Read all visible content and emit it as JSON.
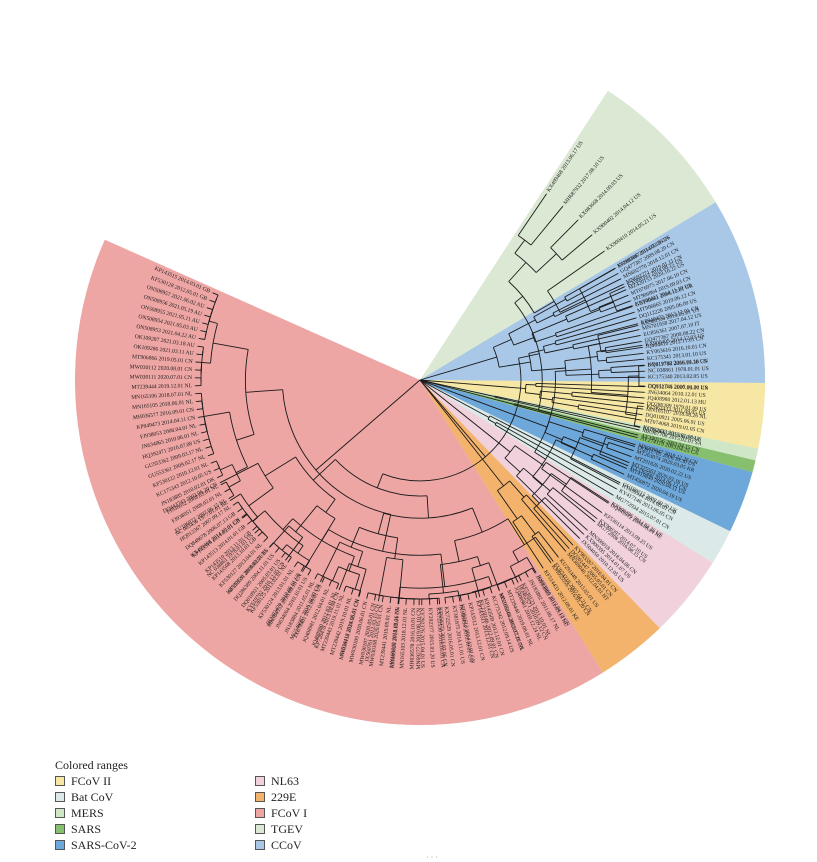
{
  "legend": {
    "title": "Colored ranges",
    "items": [
      {
        "label": "FCoV II",
        "color": "#f7e7a4"
      },
      {
        "label": "Bat CoV",
        "color": "#dbe9e8"
      },
      {
        "label": "MERS",
        "color": "#cfe7c7"
      },
      {
        "label": "SARS",
        "color": "#86c06e"
      },
      {
        "label": "SARS-CoV-2",
        "color": "#6ea8da"
      },
      {
        "label": "NL63",
        "color": "#f1d2dc"
      },
      {
        "label": "229E",
        "color": "#f4b36c"
      },
      {
        "label": "FCoV I",
        "color": "#eea6a4"
      },
      {
        "label": "TGEV",
        "color": "#dbe8d3"
      },
      {
        "label": "CCoV",
        "color": "#a9c8e8"
      }
    ]
  },
  "tree": {
    "clades": [
      {
        "name": "TGEV",
        "color": "#dbe8d3",
        "from_deg": -57,
        "to_deg": 154,
        "tips": [
          "KX499468 2013.06.17 US",
          "MH687932 2017.08.10 US",
          "KX083668 2014.09.03 US",
          "KX900402 2014.04.12 US",
          "KX900410 2014.05.21 US",
          "KX900407 2014.03.26 US",
          "KX900393 2014.08.15 US",
          "KX900411 2014.11.10 US",
          "KX900394 2014.05.01 US",
          "KX900405 2014.12.03 US",
          "DQ811788 2006.10.30 US",
          "DQ811786 2006.10.30 US",
          "KC962433 2011.09.05 US",
          "KC962433 2013.01.08 US",
          "DQ811785 2006.10.30 US",
          "KT336560 2014.06.12 CN",
          "KT696544 2014.08.01 CN",
          "KX900396 2014.02.26 US",
          "KX900397 2014.07.10 US",
          "KX900395 2014.01.07 US",
          "DQ201447 2005.05.01 CN",
          "EU074218 2007.04.21 CN",
          "JQ693060 2013.04.13 CN",
          "HQ462571 2010.09.12 CN",
          "KC210145 2012.07.21 CN",
          "KC210146 2012.09.01 CN",
          "JX188454 2013.10.01 CN",
          "KF650373 2013.07.06 CN",
          "MN692771 2019.08.10 CN",
          "KM089829 2014.12.01 CN",
          "JX560761 2012.03.15 CN",
          "JX534412 2014.05.01 CN",
          "KP728470 2013.10.04 CN",
          "MG546687 2016.10.09 CN",
          "MK584552 2016.08.16 CN",
          "KY619702 2016.12.05 CN",
          "AF353511 2000.02.26 ES",
          "NC 038861 1978.01.01 US",
          "KX499468 2014.10.01 CN",
          "NC 003436 1977.01.01 BE",
          "DQ443743 2003.06.20 CN"
        ]
      },
      {
        "name": "CCoV",
        "color": "#a9c8e8",
        "from_deg": -31,
        "to_deg": 0.5,
        "tips": [
          "JX160306 2011.03.10 CN",
          "GQ477367 2009.08.20 CN",
          "MN692770 2018.12.01 CN",
          "MN692771 2019.01.11 CN",
          "MZ420153 2020.10.22 US",
          "MT076975 2017.06.10 CN",
          "MT906864 2019.09.03 CN",
          "GU146061 2008.12.01 GR",
          "MT906865 2019.06.12 CN",
          "DQ112226 2005.06.09 US",
          "KP849472 2013.12.01 CN",
          "MN701958 2017.04.12 US",
          "EU856361 2007.07.10 IT",
          "GQ477367 2009.08.22 CN",
          "JQ404410 2012.11.01 CN",
          "KY063616 2016.10.01 CN",
          "KC175341 2013.01.10 US",
          "KY619702 2016.01.18 CN",
          "NC 038861 1978.01.01 US",
          "KC175340 2013.02.05 US"
        ]
      },
      {
        "name": "FCoV II",
        "color": "#f7e7a4",
        "from_deg": 0.5,
        "to_deg": 11.5,
        "tips": [
          "GQ152141 2007.09.01 CN",
          "JN634064 2010.12.01 US",
          "JQ408980 2012.01.13 HU",
          "DQ286389 1979.01.09 US",
          "MN165107 2018.08.26 NL",
          "DQ010921 2005.06.01 US",
          "MT074068 2019.01.05 CN"
        ]
      },
      {
        "name": "MERS",
        "color": "#cfe7c7",
        "from_deg": 11.5,
        "to_deg": 13.5,
        "tips": [
          "KJ156866 2013.06.03 SA",
          "MK967708 2015.02.01 SA"
        ]
      },
      {
        "name": "SARS",
        "color": "#86c06e",
        "from_deg": 13.5,
        "to_deg": 15.5,
        "tips": [
          "AY390556 2003.04.15 CN",
          "AY274119 2003.04.25 CA"
        ]
      },
      {
        "name": "SARS-CoV-2",
        "color": "#6ea8da",
        "from_deg": 15.5,
        "to_deg": 26,
        "tips": [
          "MN908947 2019.12.26 CN",
          "MT263074 2020.03.05 KR",
          "MT291826 2020.02.22 US",
          "MT325563 2020.03.16 US",
          "MT419849 2020.04.11 US",
          "MT450872 2020.04.19 US"
        ]
      },
      {
        "name": "Bat CoV",
        "color": "#dbe9e8",
        "from_deg": 26,
        "to_deg": 32,
        "tips": [
          "GU190215 2009.09.30 UK",
          "KY417146 2013.06.05 CN",
          "MG772934 2015.07.01 CN"
        ]
      },
      {
        "name": "NL63",
        "color": "#f1d2dc",
        "from_deg": 32,
        "to_deg": 46,
        "tips": [
          "DQ445912 2004.08.24 NL",
          "KF530114 2013.09.25 US",
          "MG772808 2016.08.15 CN",
          "MN306018 2018.04.06 CN",
          "JX504050 2010.12.05 US"
        ]
      },
      {
        "name": "229E",
        "color": "#f4b36c",
        "from_deg": 46,
        "to_deg": 58,
        "tips": [
          "KY983587 2016.04.01 CN",
          "MN369046 2012.04.01 HT",
          "KU291448 2015.05.01 US",
          "KM055556 2016.01.20 CN",
          "KF514433 2012.08.01 KE"
        ]
      },
      {
        "name": "FCoV I",
        "color": "#eea6a4",
        "from_deg": 58,
        "to_deg": 204,
        "tips": [
          "JN183883 2011.03.13 NL",
          "JN183882 2011.06.17 NL",
          "KF530123 2011.10.01 NL",
          "JQ408981 2010.12.24 NL",
          "MT239440 2019.08.01 NL",
          "MN165104 2018.12.01 NL",
          "KC175342 2012.09.14 US",
          "KP143509 2013.12.01 CN",
          "KP143511 2013.12.01 CN",
          "KP143512 2013.12.01 CN",
          "KT381613 2014.12.01 CN",
          "KT381875 2014.11.01 US",
          "KX722529 2016.05.01 CN",
          "KX722530 2016.05.01 CN",
          "KY292377 2015.03.20 US",
          "KY292376 2015.04.01 US",
          "MH036578 2016.10.01 CN",
          "MN165103 2018.12.01 NL",
          "MN165102 2018.08.26 NL",
          "MT239441 2019.09.01 NL",
          "MW030108 2020.05.01 CN",
          "MW030107 2020.05.01 CN",
          "MW030109 2020.06.01 CN",
          "MW030110 2020.06.01 CN",
          "MT239442 2019.10.01 NL",
          "MT239443 2019.11.01 NL",
          "JQ408980 2012.03.01 NL",
          "JQ408981 2012.04.01 NL",
          "JX679401 2012.09.01 US",
          "JN183884 2011.05.01 NL",
          "JN634064 2010.10.01 US",
          "HQ392470 2010.06.01 US",
          "KF530124 2013.01.01 NL",
          "KF530125 2013.02.01 NL",
          "DQ010921 2005.03.01 US",
          "DQ286389 2004.11.01 US",
          "KF530126 2013.03.01 NL",
          "KF530127 2013.04.01 NL",
          "KP143508 2013.10.01 GB",
          "KP143510 2013.11.01 GB",
          "KP143513 2014.01.01 GB",
          "KP143514 2014.02.01 GB",
          "DQ848678 2006.07.13 GB",
          "HQ012367 2007.09.17 NL",
          "EU186072 2007.06.15 NL",
          "FJ938051 2008.02.01 NL",
          "FJ938052 2008.03.01 NL",
          "JN183885 2010.02.01 DK",
          "KC175343 2012.10.05 US",
          "KF530122 2010.12.01 NL",
          "GU553361 2009.02.17 NL",
          "GU553362 2009.03.17 NL",
          "HQ392471 2010.07.08 US",
          "JN634065 2010.06.01 NL",
          "FJ938053 2008.04.01 NL",
          "KP849473 2014.04.11 CN",
          "MH036577 2016.09.01 CN",
          "MN165105 2018.06.01 NL",
          "MN165106 2018.07.01 NL",
          "MT239444 2019.12.01 NL",
          "MW030111 2020.07.01 CN",
          "MW030112 2020.08.01 CN",
          "MT906866 2019.05.01 CN",
          "OK109286 2021.03.11 AU",
          "OK109287 2021.03.18 AU",
          "ON508953 2021.04.22 AU",
          "ON508954 2021.05.03 AU",
          "ON508955 2021.05.11 AU",
          "ON508956 2021.05.19 AU",
          "ON508957 2021.06.02 AU",
          "KF530128 2012.05.01 GB",
          "KP143515 2014.03.01 GB"
        ]
      }
    ]
  }
}
